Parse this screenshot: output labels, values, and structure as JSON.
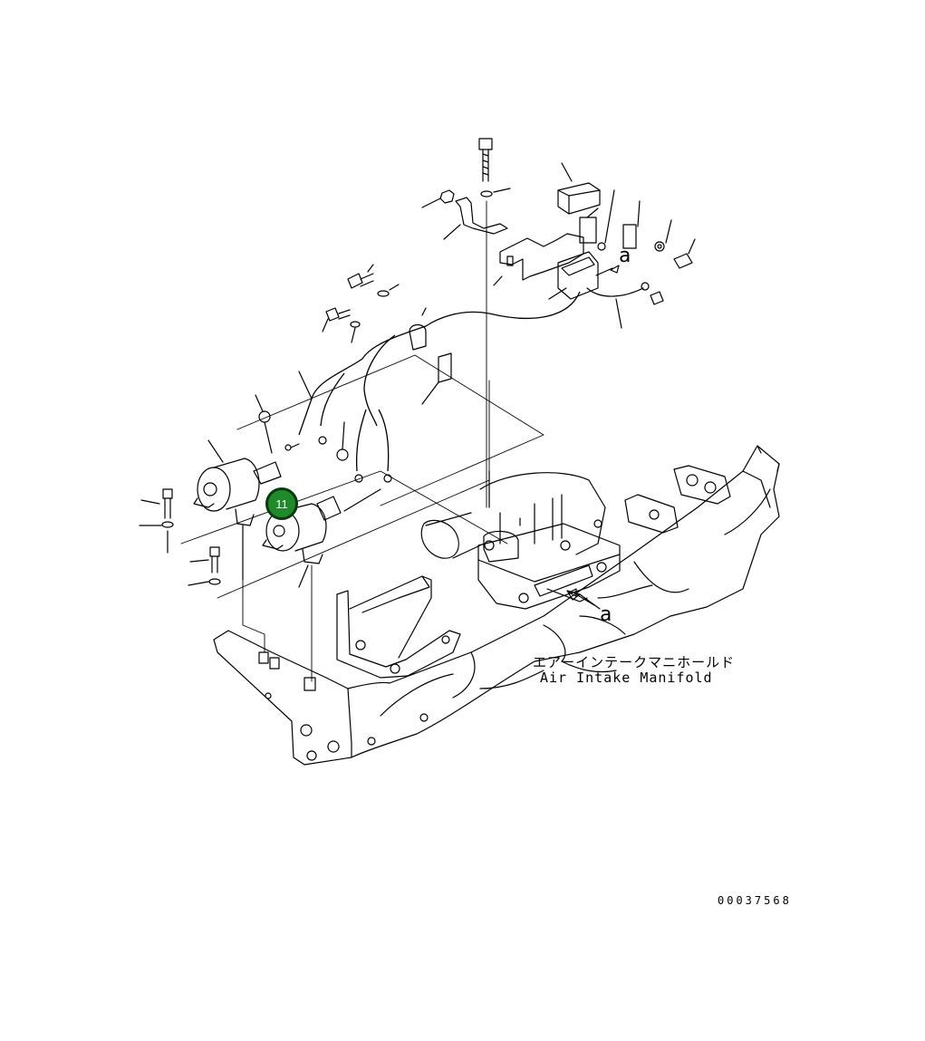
{
  "labels": {
    "detail_a_top": "a",
    "detail_a_bottom": "a",
    "manifold_jp": "エアーインテークマニホールド",
    "manifold_en": "Air Intake Manifold",
    "drawing_number": "00037568"
  },
  "callout": {
    "number": "11",
    "color": "#1f8a2a"
  }
}
